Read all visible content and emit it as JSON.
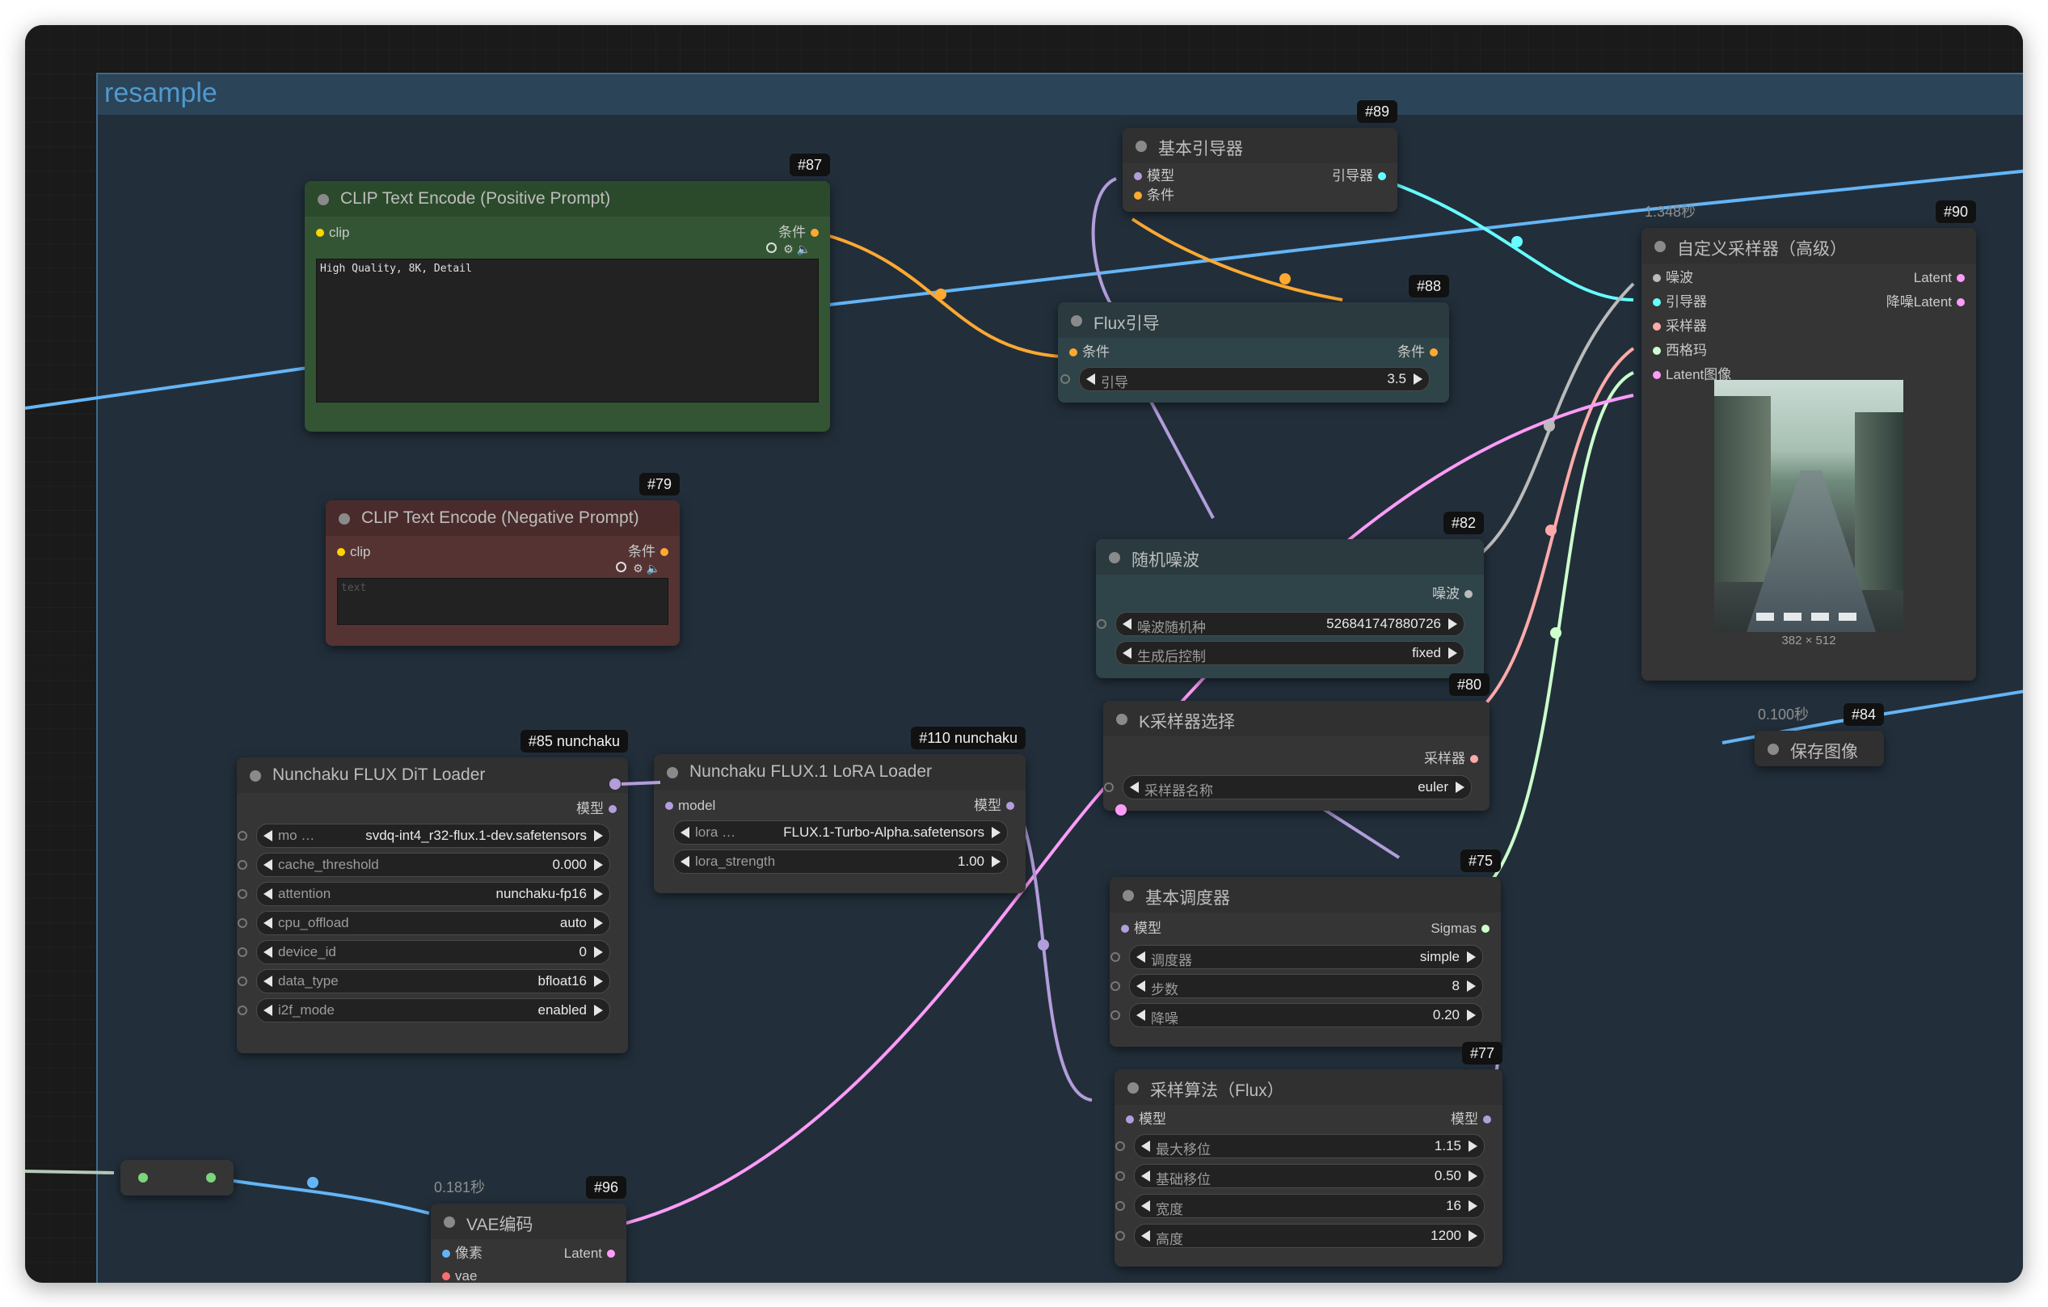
{
  "group": {
    "title": "resample"
  },
  "colors": {
    "clip": "#ffd500",
    "conditioning": "#ffa931",
    "model": "#b39ddb",
    "latent": "#ff9cf9",
    "guider": "#66ffff",
    "sampler": "#ffaaaa",
    "sigmas": "#cdffcd",
    "noise": "#bbbbbb",
    "image": "#64b5f6",
    "vae": "#ff6e6e"
  },
  "nodes": {
    "n87": {
      "badge": "#87",
      "title": "CLIP Text Encode (Positive Prompt)",
      "in_clip": "clip",
      "out_cond": "条件",
      "text": "High Quality, 8K, Detail"
    },
    "n79": {
      "badge": "#79",
      "title": "CLIP Text Encode (Negative Prompt)",
      "in_clip": "clip",
      "out_cond": "条件",
      "placeholder": "text"
    },
    "n89": {
      "badge": "#89",
      "title": "基本引导器",
      "in_model": "模型",
      "in_cond": "条件",
      "out_guider": "引导器"
    },
    "n88": {
      "badge": "#88",
      "title": "Flux引导",
      "in_cond": "条件",
      "out_cond": "条件",
      "w_label": "引导",
      "w_value": "3.5"
    },
    "n90": {
      "badge": "#90",
      "time": "1.348秒",
      "title": "自定义采样器（高级）",
      "in_noise": "噪波",
      "in_guider": "引导器",
      "in_sampler": "采样器",
      "in_sigmas": "西格玛",
      "in_latent": "Latent图像",
      "out_latent": "Latent",
      "out_denoised": "降噪Latent",
      "preview_size": "382 × 512"
    },
    "n82": {
      "badge": "#82",
      "title": "随机噪波",
      "out_noise": "噪波",
      "w1_label": "噪波随机种",
      "w1_value": "526841747880726",
      "w2_label": "生成后控制",
      "w2_value": "fixed"
    },
    "n80": {
      "badge": "#80",
      "title": "K采样器选择",
      "out_sampler": "采样器",
      "w_label": "采样器名称",
      "w_value": "euler"
    },
    "n84": {
      "badge": "#84",
      "time": "0.100秒",
      "title": "保存图像"
    },
    "n85": {
      "badge": "#85 nunchaku",
      "title": "Nunchaku FLUX DiT Loader",
      "out_model": "模型",
      "widgets": [
        {
          "label": "mo",
          "ellipsis": "…",
          "value": "svdq-int4_r32-flux.1-dev.safetensors"
        },
        {
          "label": "cache_threshold",
          "value": "0.000"
        },
        {
          "label": "attention",
          "value": "nunchaku-fp16"
        },
        {
          "label": "cpu_offload",
          "value": "auto"
        },
        {
          "label": "device_id",
          "value": "0"
        },
        {
          "label": "data_type",
          "value": "bfloat16"
        },
        {
          "label": "i2f_mode",
          "value": "enabled"
        }
      ]
    },
    "n110": {
      "badge": "#110 nunchaku",
      "title": "Nunchaku FLUX.1 LoRA Loader",
      "in_model": "model",
      "out_model": "模型",
      "w1_label": "lora",
      "w1_ellipsis": "…",
      "w1_value": "FLUX.1-Turbo-Alpha.safetensors",
      "w2_label": "lora_strength",
      "w2_value": "1.00"
    },
    "n75": {
      "badge": "#75",
      "title": "基本调度器",
      "in_model": "模型",
      "out_sigmas": "Sigmas",
      "widgets": [
        {
          "label": "调度器",
          "value": "simple"
        },
        {
          "label": "步数",
          "value": "8"
        },
        {
          "label": "降噪",
          "value": "0.20"
        }
      ]
    },
    "n77": {
      "badge": "#77",
      "title": "采样算法（Flux）",
      "in_model": "模型",
      "out_model": "模型",
      "widgets": [
        {
          "label": "最大移位",
          "value": "1.15"
        },
        {
          "label": "基础移位",
          "value": "0.50"
        },
        {
          "label": "宽度",
          "value": "16"
        },
        {
          "label": "高度",
          "value": "1200"
        }
      ]
    },
    "n96": {
      "badge": "#96",
      "time": "0.181秒",
      "title": "VAE编码",
      "in_pixels": "像素",
      "in_vae": "vae",
      "out_latent": "Latent"
    }
  }
}
